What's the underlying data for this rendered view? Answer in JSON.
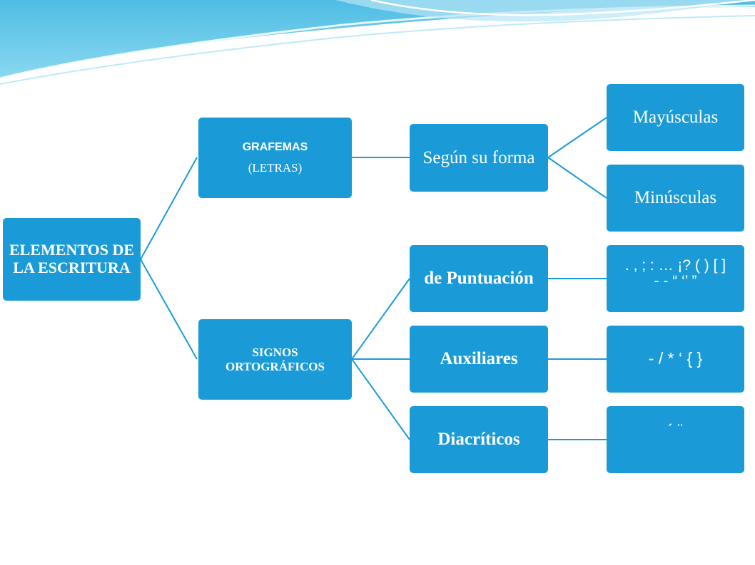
{
  "colors": {
    "node_fill": "#1a9bd7",
    "node_text": "#ffffff",
    "connector": "#1a9bd7",
    "banner": "#6fcbe9"
  },
  "nodes": {
    "root": "ELEMENTOS DE LA ESCRITURA",
    "grafemas": {
      "line1": "GRAFEMAS",
      "line2": "(LETRAS)"
    },
    "segun_forma": "Según su forma",
    "mayusculas": "Mayúsculas",
    "minusculas": "Minúsculas",
    "signos": "SIGNOS ORTOGRÁFICOS",
    "puntuacion": "de Puntuación",
    "puntuacion_signs": {
      "line1": ". , ; : … ¡? ( ) [ ]",
      "line2": "- - “ ‘’ ”"
    },
    "auxiliares": "Auxiliares",
    "auxiliares_signs": "- / * ‘ { }",
    "diacriticos": "Diacríticos",
    "diacriticos_signs": "´ ¨"
  }
}
